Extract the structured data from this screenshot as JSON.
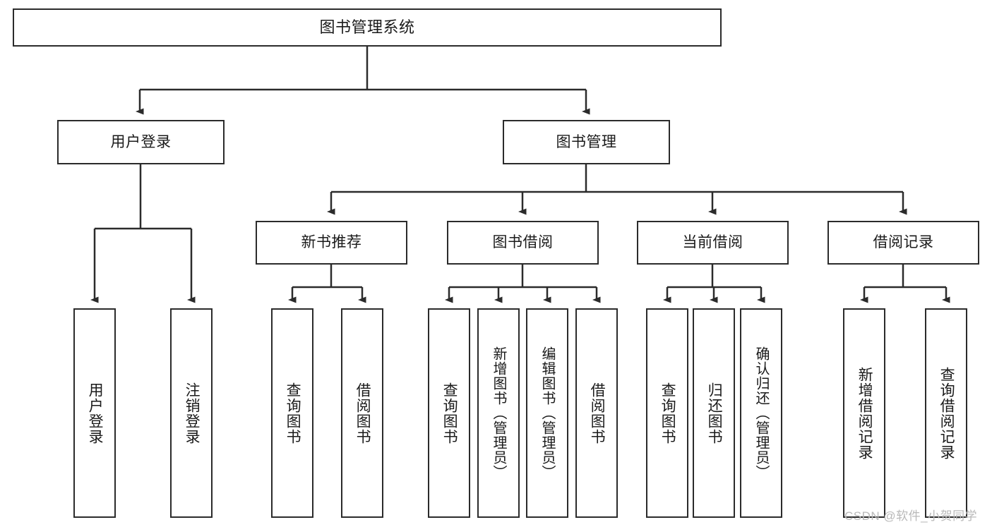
{
  "diagram": {
    "title": "图书管理系统",
    "type": "tree-hierarchy-diagram",
    "root": {
      "label": "图书管理系统"
    },
    "level2": [
      {
        "label": "用户登录"
      },
      {
        "label": "图书管理"
      }
    ],
    "level3": [
      {
        "label": "新书推荐"
      },
      {
        "label": "图书借阅"
      },
      {
        "label": "当前借阅"
      },
      {
        "label": "借阅记录"
      }
    ],
    "leaves": {
      "user_login": [
        {
          "label": "用户登录"
        },
        {
          "label": "注销登录"
        }
      ],
      "new_book_recommend": [
        {
          "label": "查询图书"
        },
        {
          "label": "借阅图书"
        }
      ],
      "book_borrow": [
        {
          "label": "查询图书"
        },
        {
          "label": "新增图书（管理员）"
        },
        {
          "label": "编辑图书（管理员）"
        },
        {
          "label": "借阅图书"
        }
      ],
      "current_borrow": [
        {
          "label": "查询图书"
        },
        {
          "label": "归还图书"
        },
        {
          "label": "确认归还（管理员）"
        }
      ],
      "borrow_record": [
        {
          "label": "新增借阅记录"
        },
        {
          "label": "查询借阅记录"
        }
      ]
    }
  },
  "watermark": {
    "text": "CSDN @软件_小贺同学"
  },
  "colors": {
    "stroke": "#2b2b2b",
    "box_fill": "#ffffff",
    "text": "#1a1a1a",
    "watermark": "#b9b9b9"
  }
}
